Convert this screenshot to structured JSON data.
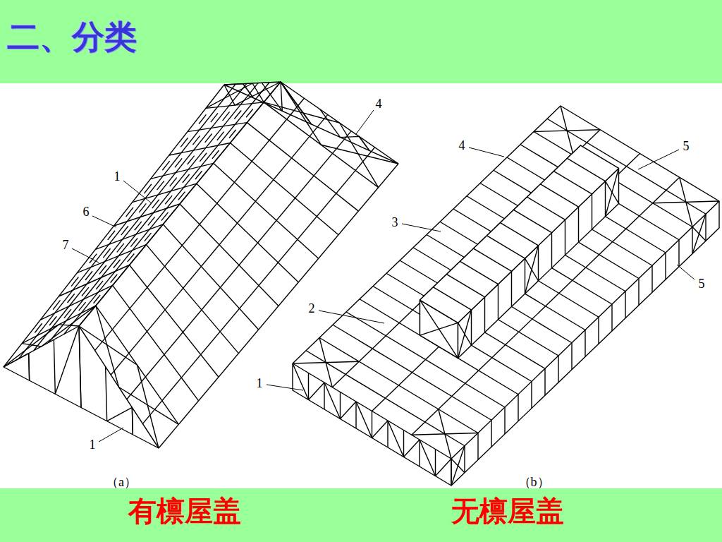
{
  "diagram": {
    "title": "二、分类",
    "labels": [
      "4",
      "1",
      "6",
      "7",
      "1",
      "（a）",
      "4",
      "5",
      "3",
      "2",
      "1",
      "5",
      "（b）",
      "有檩屋盖",
      "无檩屋盖"
    ]
  }
}
